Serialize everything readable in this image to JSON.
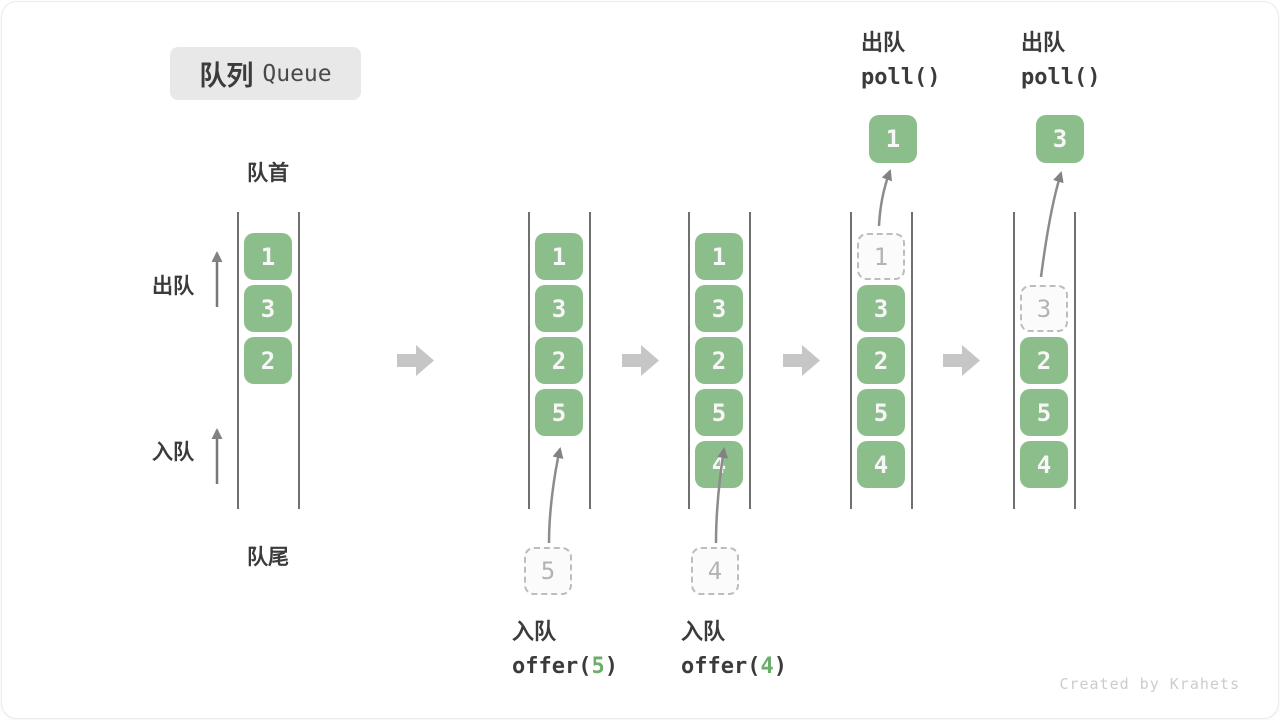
{
  "title": {
    "zh": "队列",
    "en": "Queue"
  },
  "labels": {
    "head": "队首",
    "tail": "队尾",
    "dequeue": "出队",
    "enqueue": "入队"
  },
  "annotations": {
    "poll1": {
      "zh": "出队",
      "code": "poll()"
    },
    "poll2": {
      "zh": "出队",
      "code": "poll()"
    },
    "offer5": {
      "zh": "入队",
      "code_pre": "offer(",
      "arg": "5",
      "code_post": ")"
    },
    "offer4": {
      "zh": "入队",
      "code_pre": "offer(",
      "arg": "4",
      "code_post": ")"
    }
  },
  "queues": [
    {
      "cells": [
        {
          "value": "1",
          "slot": 0,
          "style": "solid"
        },
        {
          "value": "3",
          "slot": 1,
          "style": "solid"
        },
        {
          "value": "2",
          "slot": 2,
          "style": "solid"
        }
      ]
    },
    {
      "cells": [
        {
          "value": "1",
          "slot": 0,
          "style": "solid"
        },
        {
          "value": "3",
          "slot": 1,
          "style": "solid"
        },
        {
          "value": "2",
          "slot": 2,
          "style": "solid"
        },
        {
          "value": "5",
          "slot": 3,
          "style": "solid"
        }
      ],
      "incoming": {
        "value": "5"
      }
    },
    {
      "cells": [
        {
          "value": "1",
          "slot": 0,
          "style": "solid"
        },
        {
          "value": "3",
          "slot": 1,
          "style": "solid"
        },
        {
          "value": "2",
          "slot": 2,
          "style": "solid"
        },
        {
          "value": "5",
          "slot": 3,
          "style": "solid"
        },
        {
          "value": "4",
          "slot": 4,
          "style": "solid"
        }
      ],
      "incoming": {
        "value": "4"
      }
    },
    {
      "cells": [
        {
          "value": "1",
          "slot": 0,
          "style": "dashed"
        },
        {
          "value": "3",
          "slot": 1,
          "style": "solid"
        },
        {
          "value": "2",
          "slot": 2,
          "style": "solid"
        },
        {
          "value": "5",
          "slot": 3,
          "style": "solid"
        },
        {
          "value": "4",
          "slot": 4,
          "style": "solid"
        }
      ],
      "outgoing": {
        "value": "1"
      }
    },
    {
      "cells": [
        {
          "value": "3",
          "slot": 1,
          "style": "dashed"
        },
        {
          "value": "2",
          "slot": 2,
          "style": "solid"
        },
        {
          "value": "5",
          "slot": 3,
          "style": "solid"
        },
        {
          "value": "4",
          "slot": 4,
          "style": "solid"
        }
      ],
      "outgoing": {
        "value": "3"
      }
    }
  ],
  "watermark": "Created by Krahets",
  "colors": {
    "cell_green": "#8CBE8C",
    "cell_text": "#F7F7F7",
    "dashed_border": "#BDBDBD",
    "dashed_text": "#B3B3B3",
    "step_arrow_gray": "#C6C6C6",
    "flow_arrow_gray": "#8A8A8A",
    "text_dark": "#3B3B3B",
    "code_arg_green": "#6AAE6A",
    "wall_gray": "#707070",
    "watermark_gray": "#CCCCCC",
    "title_bg": "#E8E8E8"
  }
}
